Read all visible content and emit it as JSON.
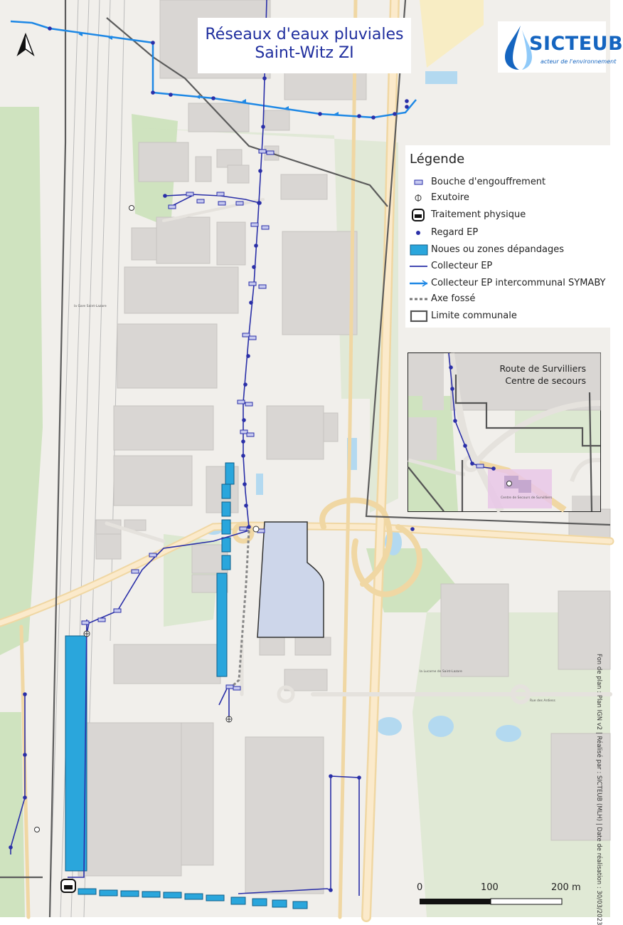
{
  "title": {
    "line1": "Réseaux d'eaux pluviales",
    "line2": "Saint-Witz ZI"
  },
  "logo": {
    "name": "SICTEUB",
    "tagline": "acteur de l'environnement"
  },
  "legend": {
    "title": "Légende",
    "items": [
      {
        "label": "Bouche d'engouffrement",
        "symbol": "grate-icon"
      },
      {
        "label": "Exutoire",
        "symbol": "outlet-icon"
      },
      {
        "label": "Traitement physique",
        "symbol": "treatment-icon"
      },
      {
        "label": "Regard EP",
        "symbol": "manhole-dot-icon"
      },
      {
        "label": "Noues ou zones dépandages",
        "symbol": "swale-fill"
      },
      {
        "label": "Collecteur EP",
        "symbol": "collector-line"
      },
      {
        "label": "Collecteur EP intercommunal SYMABY",
        "symbol": "arrow-line"
      },
      {
        "label": "Axe fossé",
        "symbol": "dashed-line"
      },
      {
        "label": "Limite communale",
        "symbol": "boundary-box"
      }
    ]
  },
  "inset": {
    "line1": "Route de Survilliers",
    "line2": "Centre de secours",
    "place_label": "Centre de Secours de Survilliers"
  },
  "scale": {
    "labels": [
      "0",
      "100",
      "200 m"
    ]
  },
  "credit": "Fon de plan : Plan IGN v2 | Réalisé par : SICTEUB (MLH) | Date de réalisation : 30/03/2023",
  "map_labels": {
    "gare": "la Gare Saint-Lazare",
    "lucarne": "la Lucarne de Saint-Lazare",
    "rue": "Rue des Ardiess"
  },
  "colors": {
    "network": "#2a2fa8",
    "symaby": "#1e88e5",
    "swale": "#2aa6dc",
    "boundary": "#555555",
    "road": "#f2d9a6",
    "building": "#d9d6d3",
    "vegetation": "#cfe3bf"
  }
}
